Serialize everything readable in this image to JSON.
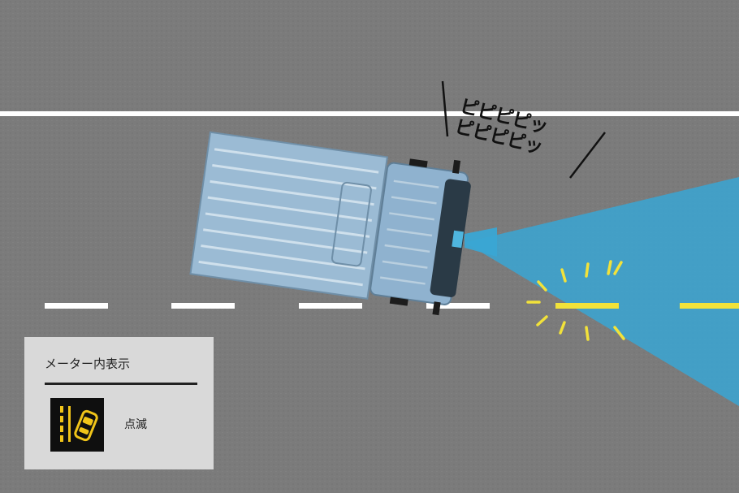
{
  "sound_effect": {
    "line1": "ピピピピッ",
    "line2": "ピピピピッ"
  },
  "meter_panel": {
    "title": "メーター内表示",
    "status": "点滅",
    "indicator_icon": "lane-departure-warning-icon",
    "indicator_color": "#f0c419"
  },
  "colors": {
    "road": "#7c7c7c",
    "lane_marking": "#ffffff",
    "warning_marking": "#f2e23a",
    "sensor_beam": "#3aa6d4",
    "truck_body": "#8fb2cf",
    "panel_background": "#d9d9d9"
  }
}
